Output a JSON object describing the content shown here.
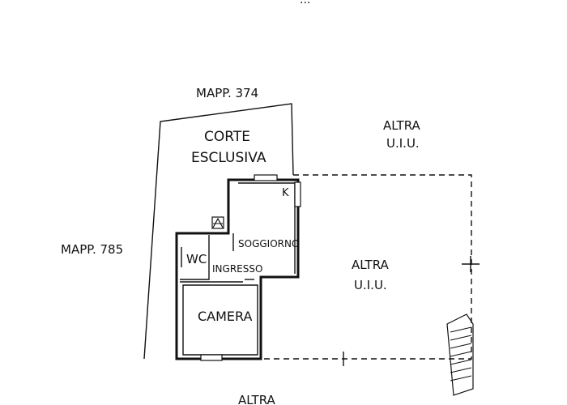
{
  "labels": {
    "top_partial": "...",
    "mapp_north": "MAPP. 374",
    "courtyard_line1": "CORTE",
    "courtyard_line2": "ESCLUSIVA",
    "other_unit_top_line1": "ALTRA",
    "other_unit_top_line2": "U.I.U.",
    "mapp_west": "MAPP. 785",
    "kitchen": "K",
    "living": "SOGGIORNO",
    "wc": "WC",
    "entrance": "INGRESSO",
    "bedroom": "CAMERA",
    "other_unit_right_line1": "ALTRA",
    "other_unit_right_line2": "U.I.U.",
    "other_unit_bottom": "ALTRA"
  }
}
